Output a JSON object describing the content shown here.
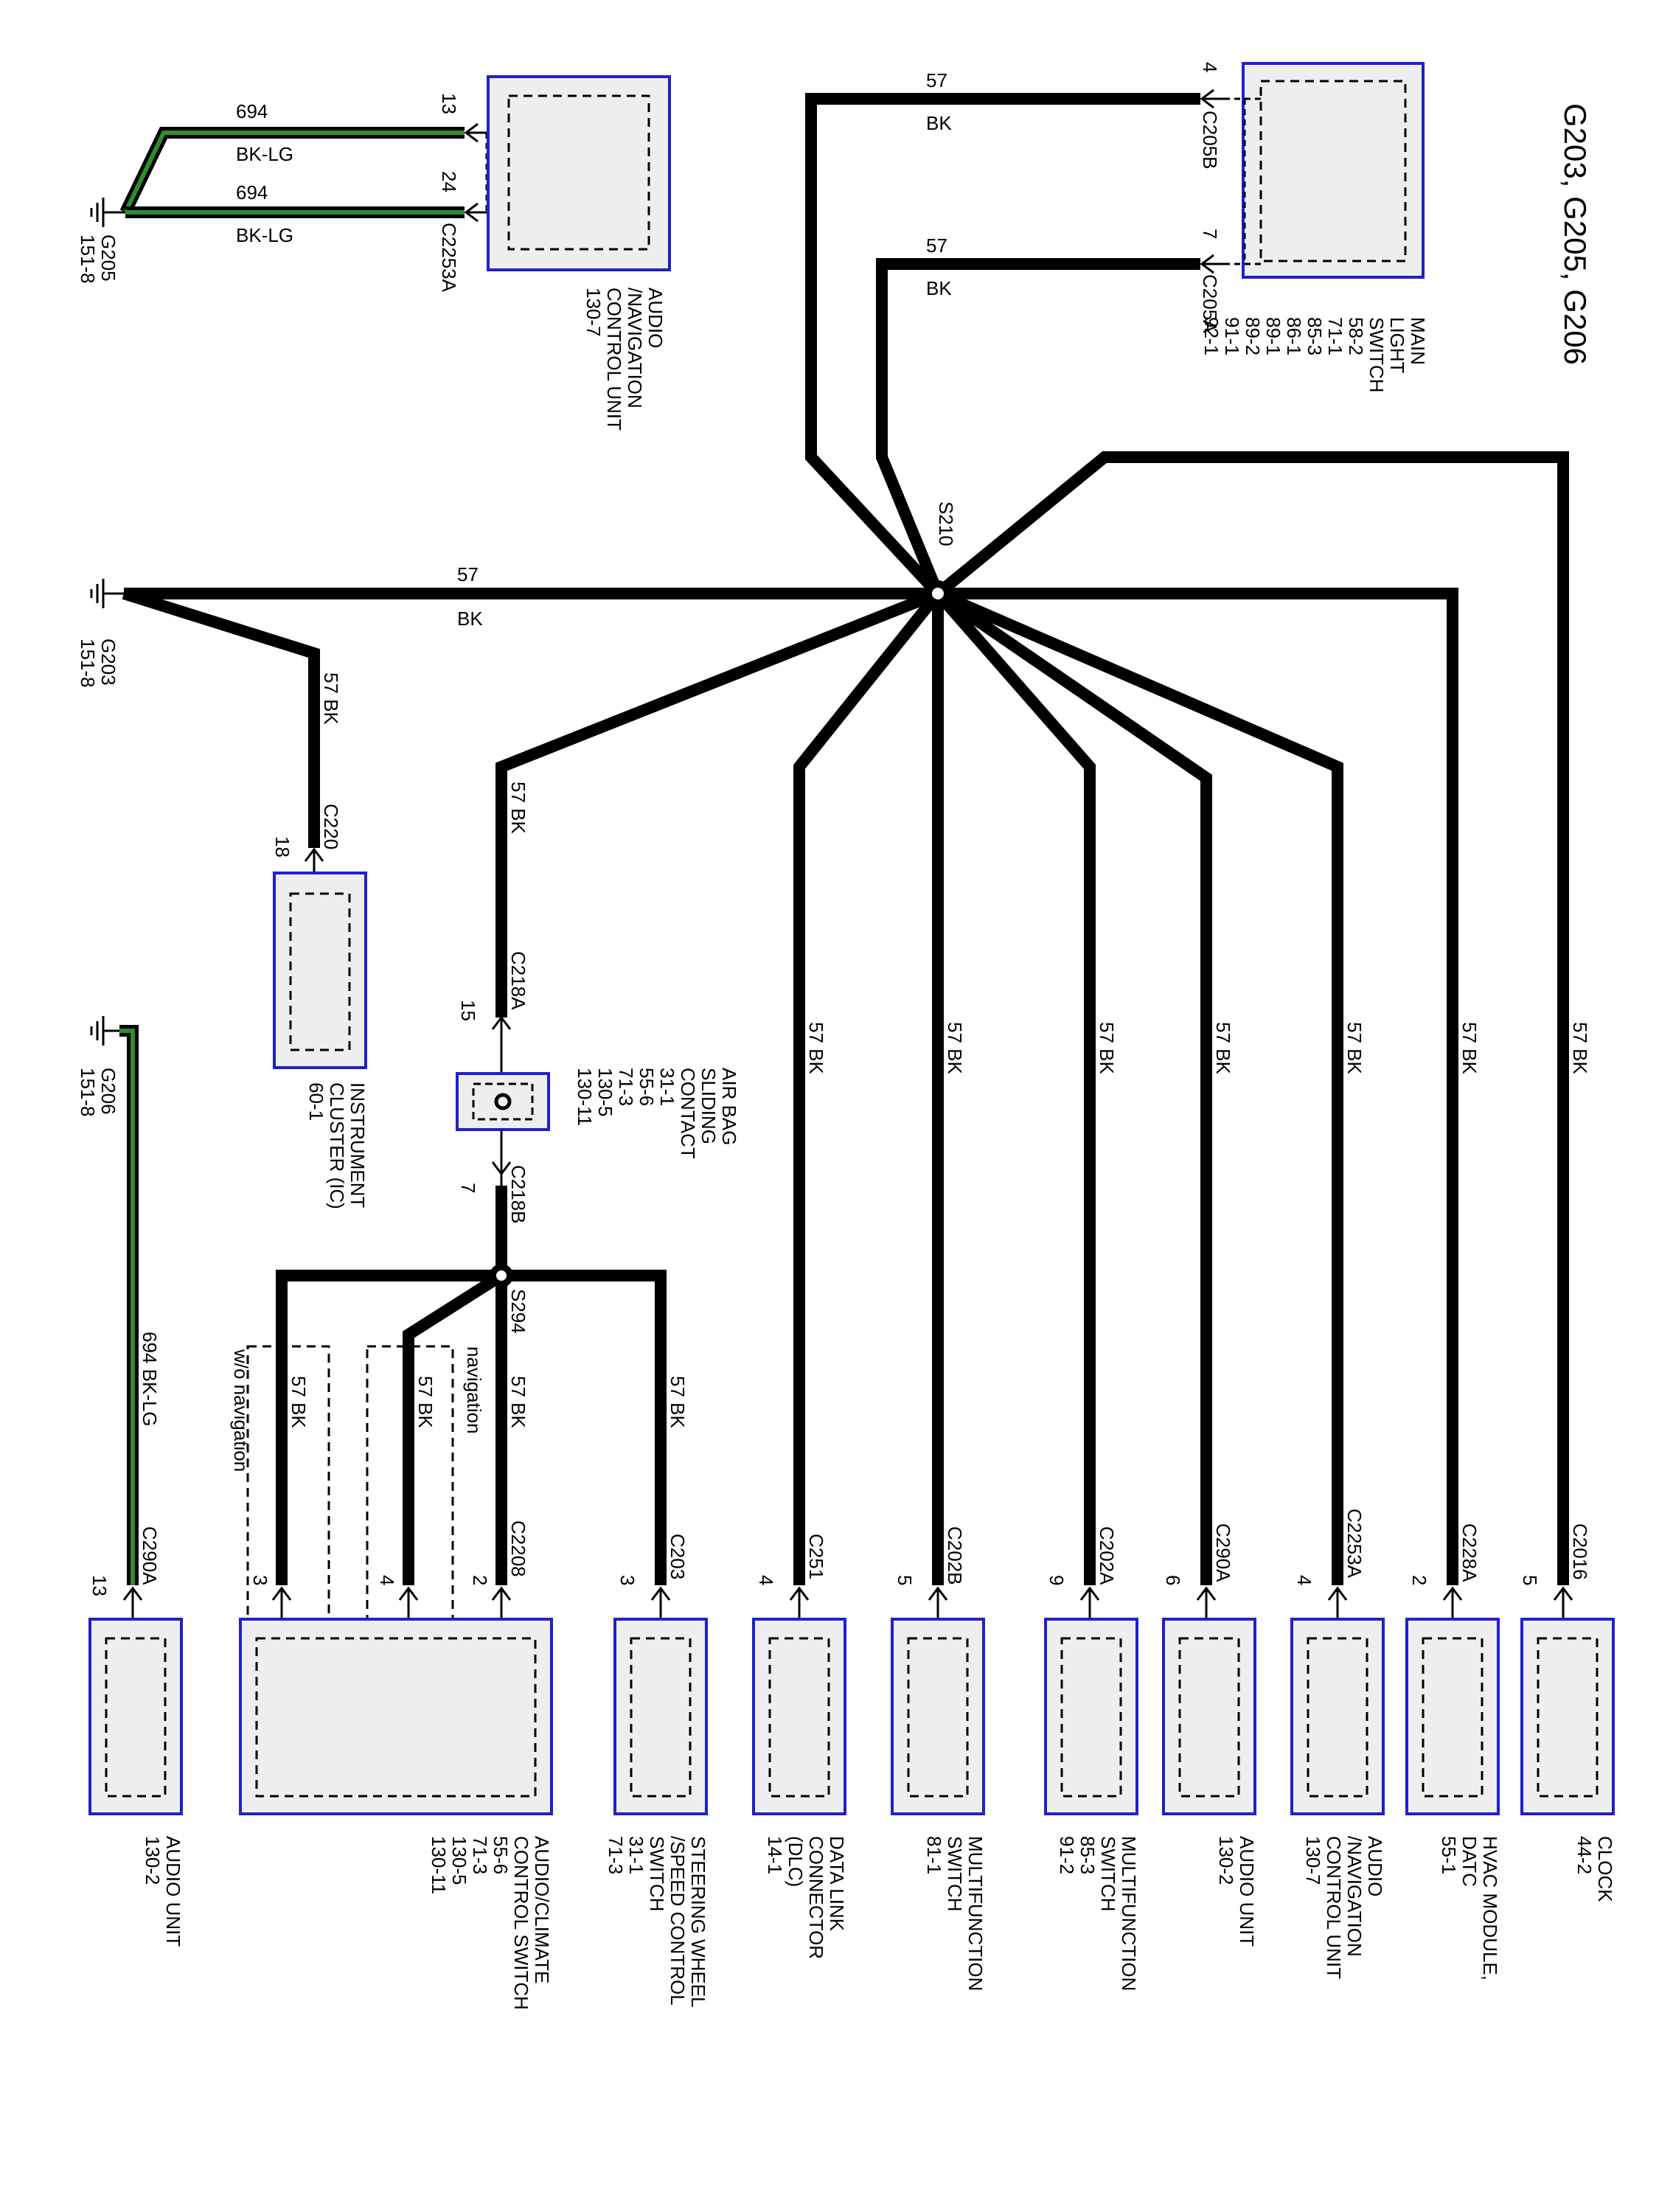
{
  "title": "G203, G205, G206",
  "wire_57": "57",
  "wire_bk": "BK",
  "wire_694": "694",
  "wire_bklg": "BK-LG",
  "wire_57_bk": "57  BK",
  "wire_694_bklg": "694  BK-LG",
  "splices": {
    "s210": "S210",
    "s294": "S294"
  },
  "grounds": {
    "g205": {
      "name": "G205",
      "ref": "151-8"
    },
    "g203": {
      "name": "G203",
      "ref": "151-8"
    },
    "g206": {
      "name": "G206",
      "ref": "151-8"
    }
  },
  "top": {
    "audio_nav": {
      "lines": [
        "AUDIO",
        "/NAVIGATION",
        "CONTROL UNIT",
        "130-7"
      ],
      "connector": "C2253A",
      "pin_a": "13",
      "pin_b": "24"
    },
    "main_light": {
      "lines": [
        "MAIN",
        "LIGHT",
        "SWITCH",
        "58-2",
        "71-1",
        "85-3",
        "86-1",
        "89-1",
        "89-2",
        "91-1",
        "92-1"
      ],
      "conn_a": "C205B",
      "pin_a": "4",
      "conn_b": "C205A",
      "pin_b": "7"
    }
  },
  "instrument_cluster": {
    "lines": [
      "INSTRUMENT",
      "CLUSTER (IC)",
      "60-1"
    ],
    "connector": "C220",
    "pin": "18"
  },
  "airbag": {
    "lines": [
      "AIR BAG",
      "SLIDING",
      "CONTACT",
      "31-1",
      "55-6",
      "71-3",
      "130-5",
      "130-11"
    ],
    "conn_top": "C218A",
    "pin_top": "15",
    "conn_bottom": "C218B",
    "pin_bottom": "7"
  },
  "options": {
    "without_nav": "w/o navigation",
    "with_nav": "navigation"
  },
  "bottom": [
    {
      "lines": [
        "AUDIO UNIT",
        "130-2"
      ],
      "connector": "C290A",
      "pin": "13"
    },
    {
      "lines": [
        "AUDIO/CLIMATE",
        "CONTROL SWITCH",
        "55-6",
        "71-3",
        "130-5",
        "130-11"
      ],
      "connector": "C2208",
      "pins": [
        "3",
        "4",
        "2"
      ]
    },
    {
      "lines": [
        "STEERING WHEEL",
        "/SPEED CONTROL",
        "SWITCH",
        "31-1",
        "71-3"
      ],
      "connector": "C203",
      "pin": "3"
    },
    {
      "lines": [
        "DATA LINK",
        "CONNECTOR",
        "(DLC)",
        "14-1"
      ],
      "connector": "C251",
      "pin": "4"
    },
    {
      "lines": [
        "MULTIFUNCTION",
        "SWITCH",
        "81-1"
      ],
      "connector": "C202B",
      "pin": "5"
    },
    {
      "lines": [
        "MULTIFUNCTION",
        "SWITCH",
        "85-3",
        "91-2"
      ],
      "connector": "C202A",
      "pin": "9"
    },
    {
      "lines": [
        "AUDIO UNIT",
        "130-2"
      ],
      "connector": "C290A",
      "pin": "6"
    },
    {
      "lines": [
        "AUDIO",
        "/NAVIGATION",
        "CONTROL UNIT",
        "130-7"
      ],
      "connector": "C2253A",
      "pin": "4"
    },
    {
      "lines": [
        "HVAC MODULE,",
        "DATC",
        "55-1"
      ],
      "connector": "C228A",
      "pin": "2"
    },
    {
      "lines": [
        "CLOCK",
        "44-2"
      ],
      "connector": "C2016",
      "pin": "5"
    }
  ],
  "colors": {
    "wire": "#000000",
    "stripe": "#2e8b2e",
    "box_border": "#2020cc",
    "box_fill": "#eeeeee"
  }
}
